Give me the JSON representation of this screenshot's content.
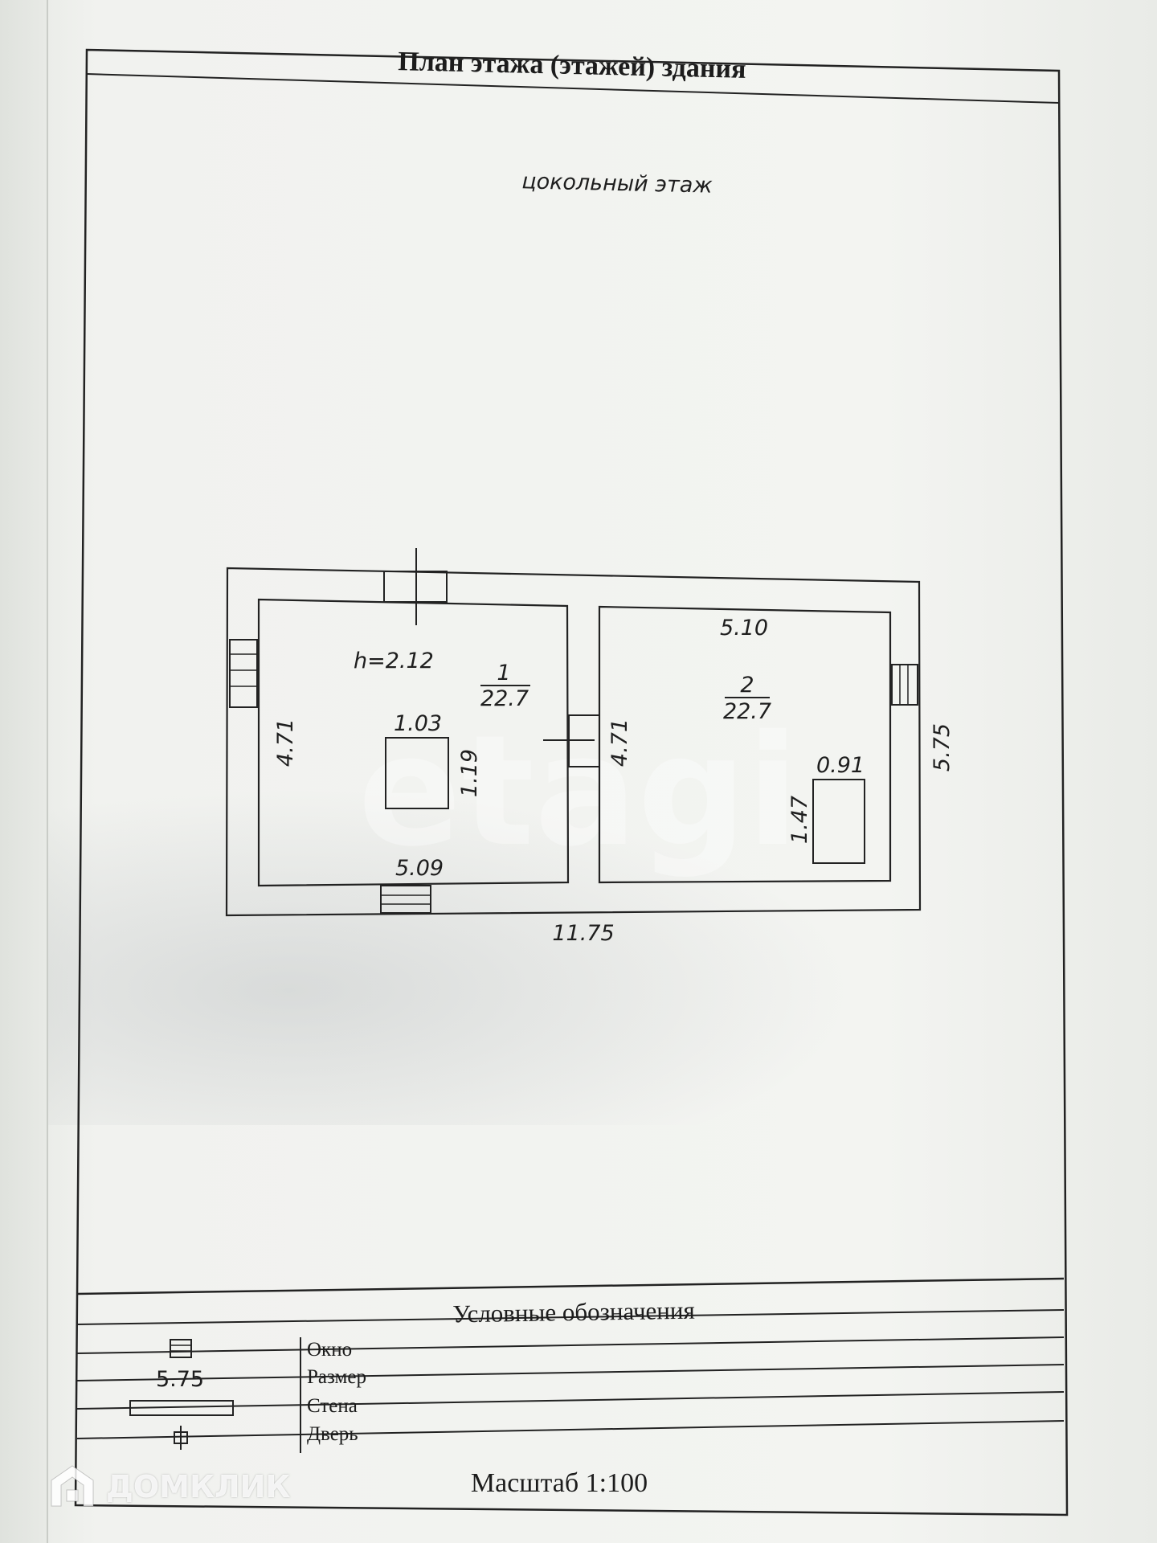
{
  "sheet": {
    "title": "План этажа (этажей) здания",
    "floor_label": "цокольный этаж"
  },
  "plan": {
    "height_label": "h=2.12",
    "total_length": "11.75",
    "total_width": "5.75",
    "room1": {
      "number": "1",
      "area": "22.7",
      "length": "5.09",
      "width": "4.71",
      "object_width": "1.03",
      "object_depth": "1.19"
    },
    "room2": {
      "number": "2",
      "area": "22.7",
      "length": "5.10",
      "width": "4.71",
      "object_width": "0.91",
      "object_depth": "1.47"
    }
  },
  "legend": {
    "title": "Условные обозначения",
    "items": [
      {
        "symbol": "window-symbol",
        "label": "Окно"
      },
      {
        "symbol": "5.75",
        "label": "Размер"
      },
      {
        "symbol": "wall-symbol",
        "label": "Стена"
      },
      {
        "symbol": "door-symbol",
        "label": "Дверь"
      }
    ]
  },
  "scale": "Масштаб 1:100",
  "watermarks": {
    "center": "etagi",
    "brand": "ДОМКЛИК"
  }
}
